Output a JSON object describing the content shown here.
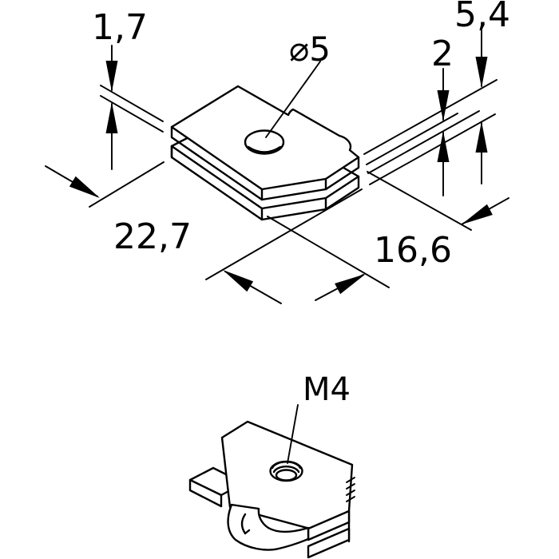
{
  "drawing": {
    "colors": {
      "line": "#000000",
      "background": "#ffffff"
    },
    "top_view": {
      "dim_plate_thickness": "1,7",
      "dim_hole_diameter": "⌀5",
      "dim_gap": "2",
      "dim_total_height": "5,4",
      "dim_length": "22,7",
      "dim_width": "16,6"
    },
    "bottom_view": {
      "dim_thread": "M4"
    }
  }
}
